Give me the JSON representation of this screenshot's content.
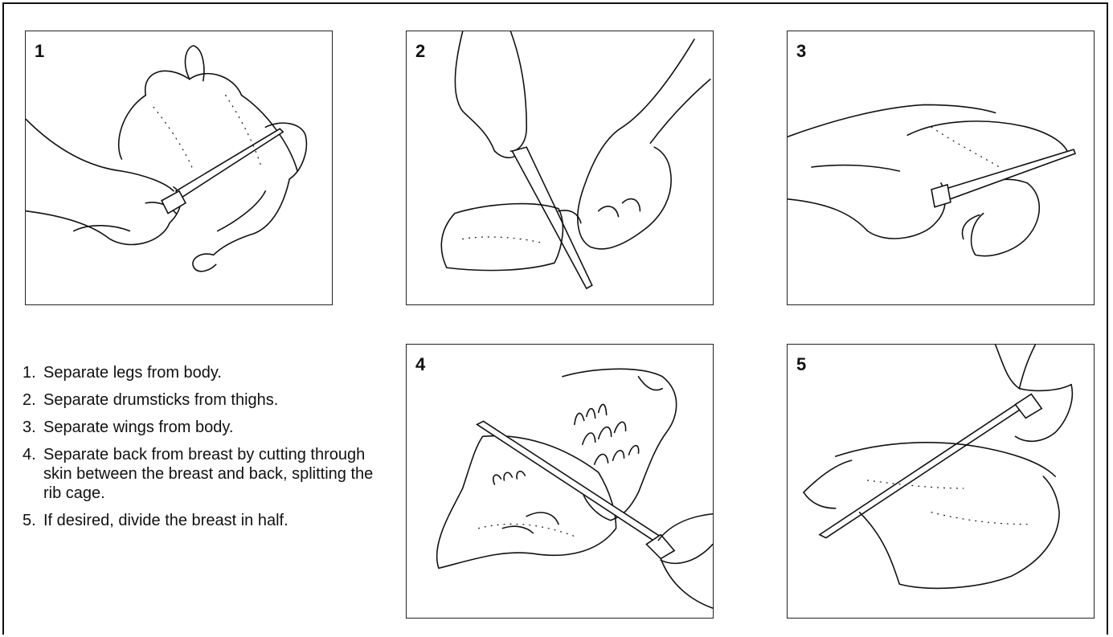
{
  "panels": [
    {
      "number": "1"
    },
    {
      "number": "2"
    },
    {
      "number": "3"
    },
    {
      "number": "4"
    },
    {
      "number": "5"
    }
  ],
  "steps": [
    {
      "num": "1.",
      "text": "Separate legs from body."
    },
    {
      "num": "2.",
      "text": "Separate drumsticks from thighs."
    },
    {
      "num": "3.",
      "text": "Separate wings from body."
    },
    {
      "num": "4.",
      "text": "Separate back from breast by cutting through skin between the breast and back, splitting the rib cage."
    },
    {
      "num": "5.",
      "text": "If desired, divide the breast in half."
    }
  ]
}
